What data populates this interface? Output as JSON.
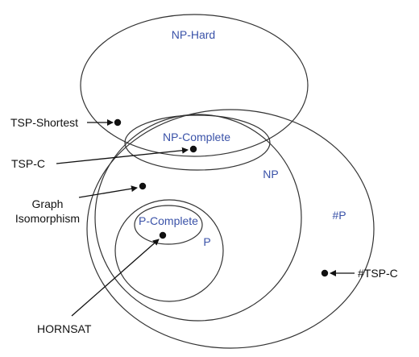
{
  "sets": {
    "np_hard": "NP-Hard",
    "np_complete": "NP-Complete",
    "np": "NP",
    "sharp_p": "#P",
    "p_complete": "P-Complete",
    "p": "P"
  },
  "problems": {
    "tsp_shortest": "TSP-Shortest",
    "tsp_c": "TSP-C",
    "graph_isomorphism": [
      "Graph",
      "Isomorphism"
    ],
    "hornsat": "HORNSAT",
    "sharp_tsp_c": "#TSP-C"
  },
  "colors": {
    "set_label": "#3a52a8",
    "outline": "#333333",
    "text": "#111111"
  }
}
